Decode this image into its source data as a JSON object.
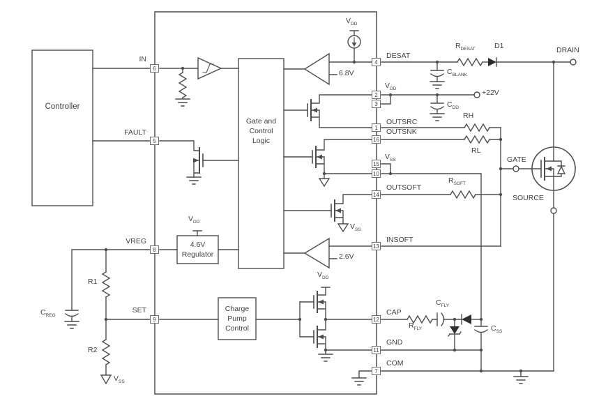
{
  "colors": {
    "line": "#4d4d4d",
    "text": "#414042",
    "filled_part": "#2e2e2e",
    "pin_border": "#6d6e71",
    "background": "#ffffff"
  },
  "blocks": {
    "controller": "Controller",
    "logic": [
      "Gate and",
      "Control",
      "Logic"
    ],
    "regulator": [
      "4.6V",
      "Regulator"
    ],
    "charge_pump": [
      "Charge",
      "Pump",
      "Control"
    ]
  },
  "pins": {
    "p6": "6",
    "p5": "5",
    "p8": "8",
    "p9": "9",
    "p4": "4",
    "p2": "2",
    "p3": "3",
    "p1": "1",
    "p16": "16",
    "p15": "15",
    "p10": "10",
    "p14": "14",
    "p13": "13",
    "p12": "12",
    "p11": "11",
    "p7": "7"
  },
  "labels": {
    "in": "IN",
    "fault": "FAULT",
    "vreg": "VREG",
    "set": "SET",
    "desat": "DESAT",
    "outsrc": "OUTSRC",
    "outsnk": "OUTSNK",
    "outsoft": "OUTSOFT",
    "insoft": "INSOFT",
    "cap": "CAP",
    "gnd": "GND",
    "com": "COM",
    "v_dd": {
      "main": "V",
      "sub": "DD"
    },
    "v_ss": {
      "main": "V",
      "sub": "SS"
    },
    "r_desat": {
      "main": "R",
      "sub": "DESAT"
    },
    "d1": "D1",
    "drain": "DRAIN",
    "c_blank": {
      "main": "C",
      "sub": "BLANK"
    },
    "plus22": "+22V",
    "c_dd": {
      "main": "C",
      "sub": "DD"
    },
    "rh": "RH",
    "rl": "RL",
    "gate": "GATE",
    "source": "SOURCE",
    "r_soft": {
      "main": "R",
      "sub": "SOFT"
    },
    "ref_68": "6.8V",
    "ref_26": "2.6V",
    "c_fly": {
      "main": "C",
      "sub": "FLY"
    },
    "r_fly": {
      "main": "R",
      "sub": "FLY"
    },
    "c_ss": {
      "main": "C",
      "sub": "SS"
    },
    "c_reg": {
      "main": "C",
      "sub": "REG"
    },
    "r1": "R1",
    "r2": "R2"
  }
}
